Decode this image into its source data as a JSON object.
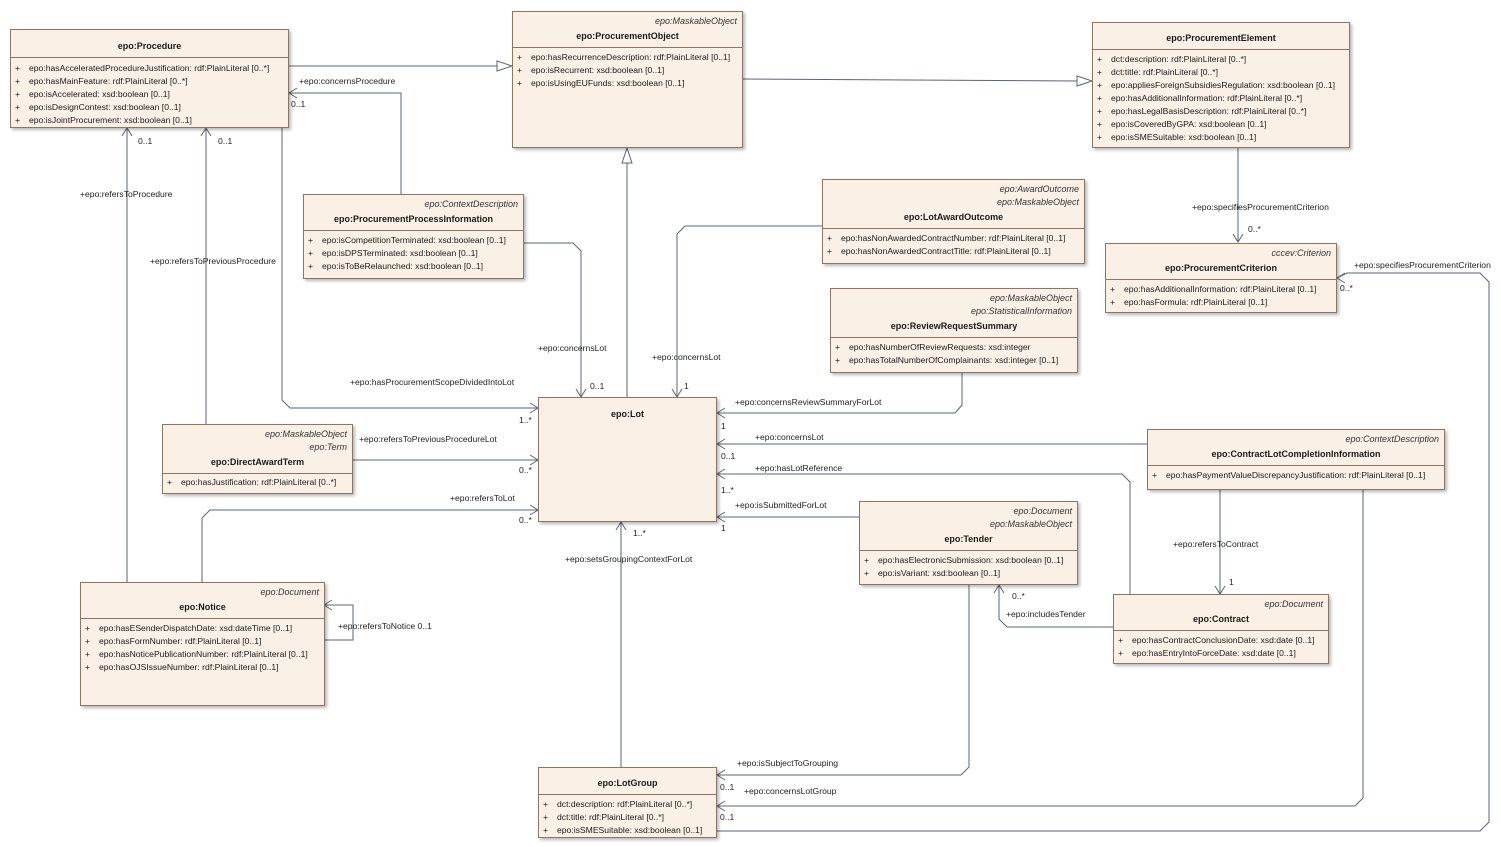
{
  "classes": {
    "procedure": {
      "name": "epo:Procedure",
      "attributes": [
        "epo:hasAcceleratedProcedureJustification: rdf:PlainLiteral [0..*]",
        "epo:hasMainFeature: rdf:PlainLiteral [0..*]",
        "epo:isAccelerated: xsd:boolean [0..1]",
        "epo:isDesignContest: xsd:boolean [0..1]",
        "epo:isJointProcurement: xsd:boolean [0..1]"
      ]
    },
    "procurementObject": {
      "stereotype": "epo:MaskableObject",
      "name": "epo:ProcurementObject",
      "attributes": [
        "epo:hasRecurrenceDescription: rdf:PlainLiteral [0..1]",
        "epo:isRecurrent: xsd:boolean [0..1]",
        "epo:isUsingEUFunds: xsd:boolean [0..1]"
      ]
    },
    "procurementElement": {
      "name": "epo:ProcurementElement",
      "attributes": [
        "dct:description: rdf:PlainLiteral [0..*]",
        "dct:title: rdf:PlainLiteral [0..*]",
        "epo:appliesForeignSubsidiesRegulation: xsd:boolean [0..1]",
        "epo:hasAdditionalInformation: rdf:PlainLiteral [0..*]",
        "epo:hasLegalBasisDescription: rdf:PlainLiteral [0..*]",
        "epo:isCoveredByGPA: xsd:boolean [0..1]",
        "epo:isSMESuitable: xsd:boolean [0..1]"
      ]
    },
    "procurementProcessInformation": {
      "stereotype": "epo:ContextDescription",
      "name": "epo:ProcurementProcessInformation",
      "attributes": [
        "epo:isCompetitionTerminated: xsd:boolean [0..1]",
        "epo:isDPSTerminated: xsd:boolean [0..1]",
        "epo:isToBeRelaunched: xsd:boolean [0..1]"
      ]
    },
    "lotAwardOutcome": {
      "stereotype": "epo:AwardOutcome",
      "stereotype2": "epo:MaskableObject",
      "name": "epo:LotAwardOutcome",
      "attributes": [
        "epo:hasNonAwardedContractNumber: rdf:PlainLiteral [0..1]",
        "epo:hasNonAwardedContractTitle: rdf:PlainLiteral [0..1]"
      ]
    },
    "procurementCriterion": {
      "stereotype": "cccev:Criterion",
      "name": "epo:ProcurementCriterion",
      "attributes": [
        "epo:hasAdditionalInformation: rdf:PlainLiteral [0..1]",
        "epo:hasFormula: rdf:PlainLiteral [0..1]"
      ]
    },
    "reviewRequestSummary": {
      "stereotype": "epo:MaskableObject",
      "stereotype2": "epo:StatisticalInformation",
      "name": "epo:ReviewRequestSummary",
      "attributes": [
        "epo:hasNumberOfReviewRequests: xsd:integer",
        "epo:hasTotalNumberOfComplainants: xsd:integer [0..1]"
      ]
    },
    "lot": {
      "name": "epo:Lot",
      "attributes": []
    },
    "directAwardTerm": {
      "stereotype": "epo:MaskableObject",
      "stereotype2": "epo:Term",
      "name": "epo:DirectAwardTerm",
      "attributes": [
        "epo:hasJustification: rdf:PlainLiteral [0..*]"
      ]
    },
    "contractLotCompletionInformation": {
      "stereotype": "epo:ContextDescription",
      "name": "epo:ContractLotCompletionInformation",
      "attributes": [
        "epo:hasPaymentValueDiscrepancyJustification: rdf:PlainLiteral [0..1]"
      ]
    },
    "tender": {
      "stereotype": "epo:Document",
      "stereotype2": "epo:MaskableObject",
      "name": "epo:Tender",
      "attributes": [
        "epo:hasElectronicSubmission: xsd:boolean [0..1]",
        "epo:isVariant: xsd:boolean [0..1]"
      ]
    },
    "notice": {
      "stereotype": "epo:Document",
      "name": "epo:Notice",
      "attributes": [
        "epo:hasESenderDispatchDate: xsd:dateTime [0..1]",
        "epo:hasFormNumber: rdf:PlainLiteral [0..1]",
        "epo:hasNoticePublicationNumber: rdf:PlainLiteral [0..1]",
        "epo:hasOJSIssueNumber: rdf:PlainLiteral [0..1]"
      ]
    },
    "contract": {
      "stereotype": "epo:Document",
      "name": "epo:Contract",
      "attributes": [
        "epo:hasContractConclusionDate: xsd:date [0..1]",
        "epo:hasEntryIntoForceDate: xsd:date [0..1]"
      ]
    },
    "lotGroup": {
      "name": "epo:LotGroup",
      "attributes": [
        "dct:description: rdf:PlainLiteral [0..*]",
        "dct:title: rdf:PlainLiteral [0..*]",
        "epo:isSMESuitable: xsd:boolean [0..1]"
      ]
    }
  },
  "visibility": "+",
  "labels": {
    "concernsProcedure": "+epo:concernsProcedure",
    "m_cp": "0..1",
    "refersToProcedure": "+epo:refersToProcedure",
    "m_rtp": "0..1",
    "refersToPreviousProcedure": "+epo:refersToPreviousProcedure",
    "m_rtpp": "0..1",
    "specifiesCriterion1": "+epo:specifiesProcurementCriterion",
    "m_sc1": "0..*",
    "specifiesCriterion2": "+epo:specifiesProcurementCriterion",
    "m_sc2": "0..*",
    "concernsLotPPI": "+epo:concernsLot",
    "m_clppi": "0..1",
    "concernsLotLAO": "+epo:concernsLot",
    "m_cllao": "1",
    "scopeDivided": "+epo:hasProcurementScopeDividedIntoLot",
    "m_sd": "1..*",
    "reviewSummary": "+epo:concernsReviewSummaryForLot",
    "m_rs": "1",
    "refersToPreviousProcedureLot": "+epo:refersToPreviousProcedureLot",
    "m_rtppl": "0..*",
    "concernsLotCLCI": "+epo:concernsLot",
    "m_clclci": "0..1",
    "hasLotReference": "+epo:hasLotReference",
    "m_hlr": "1..*",
    "refersToLot": "+epo:refersToLot",
    "m_rtl": "0..*",
    "submittedForLot": "+epo:isSubmittedForLot",
    "m_sfl": "1",
    "groupingContext": "+epo:setsGroupingContextForLot",
    "m_gc": "1..*",
    "refersToContract": "+epo:refersToContract",
    "m_rtc": "1",
    "includesTender": "+epo:includesTender",
    "m_it": "0..*",
    "refersToNotice": "+epo:refersToNotice 0..1",
    "subjectToGrouping": "+epo:isSubjectToGrouping",
    "m_stg": "0..1",
    "concernsLotGroup": "+epo:concernsLotGroup",
    "m_clg": "0..1"
  }
}
